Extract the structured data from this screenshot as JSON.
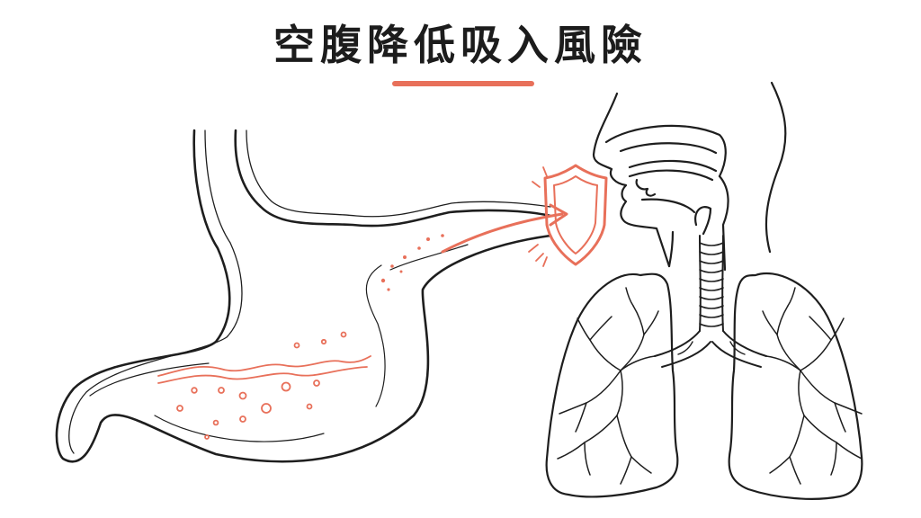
{
  "title": "空腹降低吸入風險",
  "colors": {
    "accent": "#e8705a",
    "line": "#1e1e1e",
    "background": "#ffffff"
  },
  "elements": {
    "stomach": "stomach-outline",
    "stomach_acid": "stomach-acid",
    "reflux_arrow": "reflux-arrow",
    "shield": "shield-icon",
    "head": "head-profile",
    "trachea": "trachea",
    "lungs": "lungs"
  }
}
